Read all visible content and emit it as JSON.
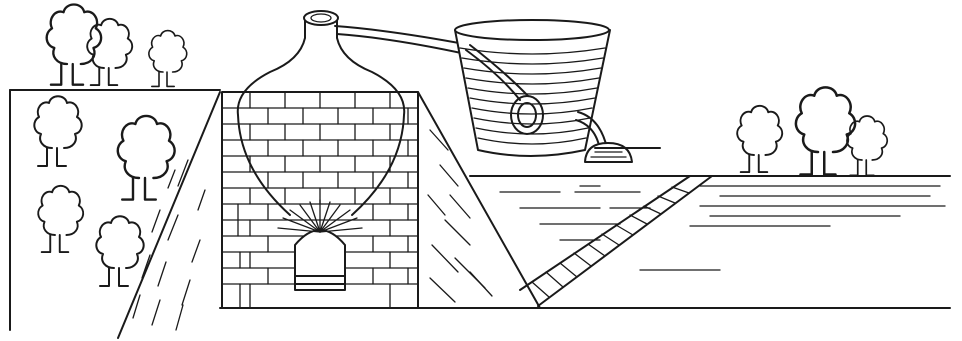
{
  "diagram": {
    "kind": "line-illustration",
    "ink_color": "#1a1a1a",
    "background_color": "#ffffff",
    "components": [
      "trees-left-bank",
      "trees-right-bank",
      "brick-kiln",
      "flask-retort",
      "delivery-tube",
      "coiled-condenser-tub",
      "collection-mound",
      "water-surface",
      "inclined-ladder-chute",
      "hillside-slope"
    ]
  }
}
